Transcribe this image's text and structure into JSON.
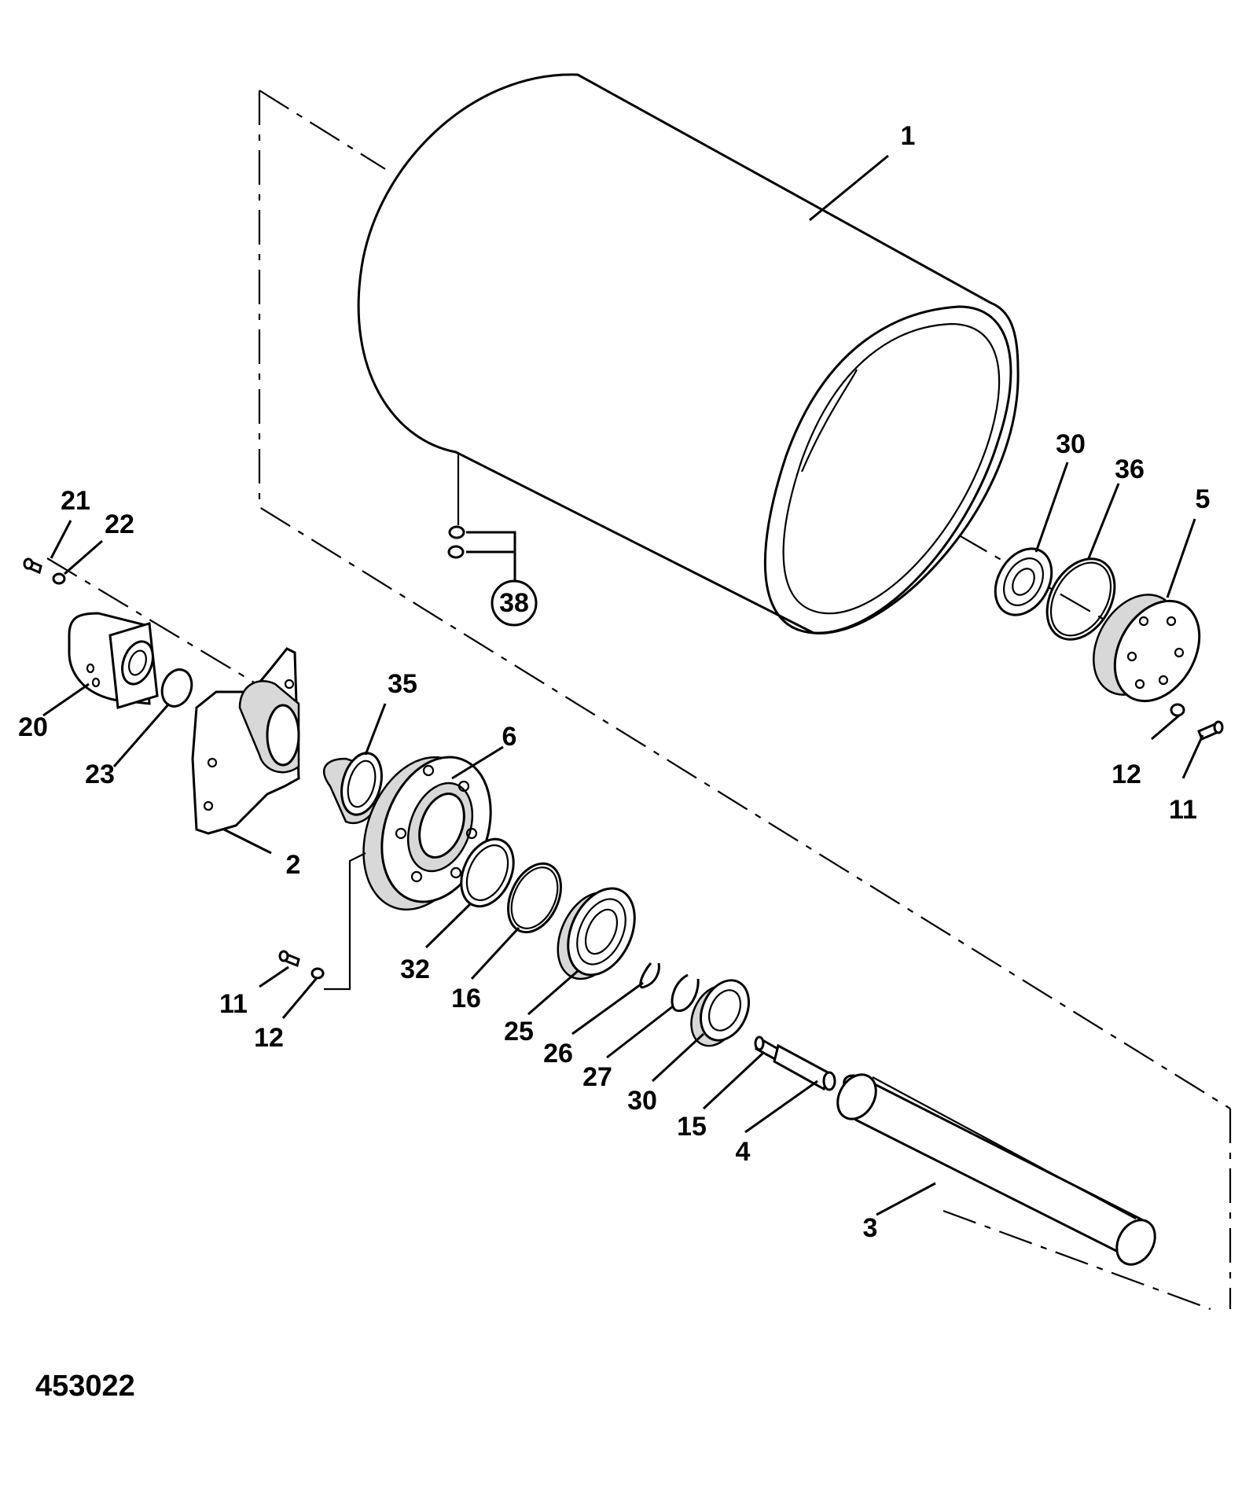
{
  "drawing_number": "453022",
  "callouts": [
    {
      "id": "callout-1",
      "text": "1"
    },
    {
      "id": "callout-30-top",
      "text": "30"
    },
    {
      "id": "callout-36",
      "text": "36"
    },
    {
      "id": "callout-5",
      "text": "5"
    },
    {
      "id": "callout-21",
      "text": "21"
    },
    {
      "id": "callout-22",
      "text": "22"
    },
    {
      "id": "callout-38",
      "text": "38"
    },
    {
      "id": "callout-20",
      "text": "20"
    },
    {
      "id": "callout-23",
      "text": "23"
    },
    {
      "id": "callout-35",
      "text": "35"
    },
    {
      "id": "callout-6",
      "text": "6"
    },
    {
      "id": "callout-2",
      "text": "2"
    },
    {
      "id": "callout-12-right",
      "text": "12"
    },
    {
      "id": "callout-11-right",
      "text": "11"
    },
    {
      "id": "callout-32",
      "text": "32"
    },
    {
      "id": "callout-16",
      "text": "16"
    },
    {
      "id": "callout-11-left",
      "text": "11"
    },
    {
      "id": "callout-12-left",
      "text": "12"
    },
    {
      "id": "callout-25",
      "text": "25"
    },
    {
      "id": "callout-26",
      "text": "26"
    },
    {
      "id": "callout-27",
      "text": "27"
    },
    {
      "id": "callout-30-bottom",
      "text": "30"
    },
    {
      "id": "callout-15",
      "text": "15"
    },
    {
      "id": "callout-4",
      "text": "4"
    },
    {
      "id": "callout-3",
      "text": "3"
    }
  ]
}
